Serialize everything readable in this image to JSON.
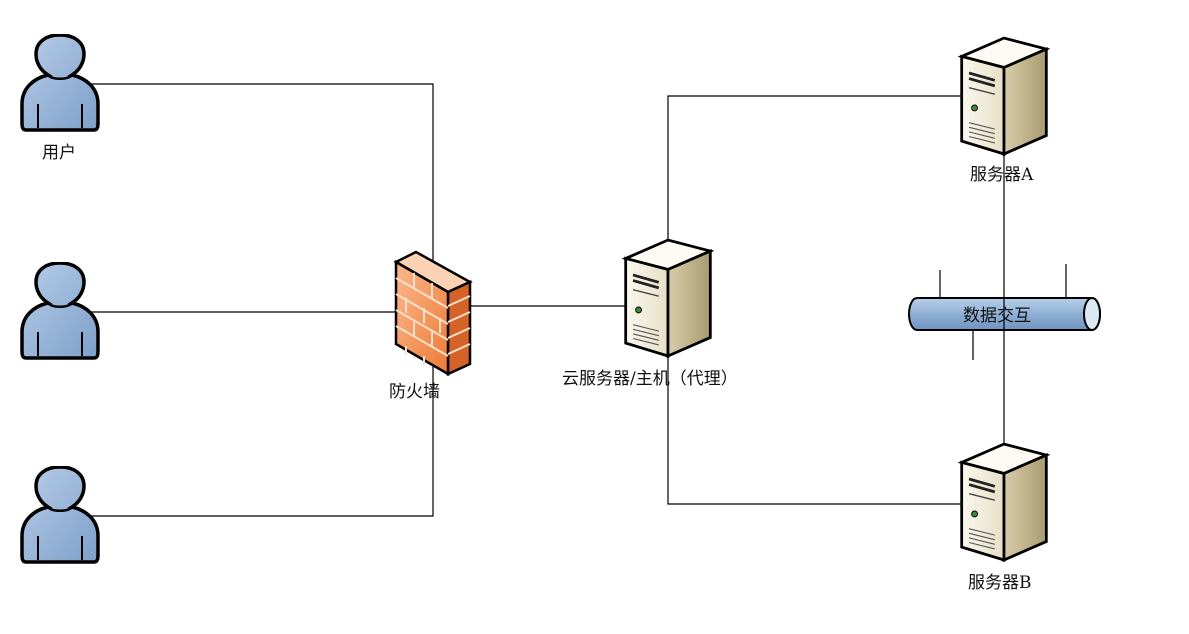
{
  "labels": {
    "user": "用户",
    "firewall": "防火墙",
    "cloud_server": "云服务器/主机（代理）",
    "server_a": "服务器A",
    "server_b": "服务器B",
    "data_exchange": "数据交互"
  },
  "colors": {
    "user_fill": "#8fb0d6",
    "user_stroke": "#000000",
    "firewall_main": "#f08a4b",
    "firewall_light": "#f9c7a3",
    "server_front": "#f4f0e0",
    "server_side": "#c9bd97",
    "pipe_fill": "#8fb0d6"
  },
  "icons": [
    "user-icon",
    "firewall-icon",
    "server-icon",
    "pipe-icon"
  ]
}
